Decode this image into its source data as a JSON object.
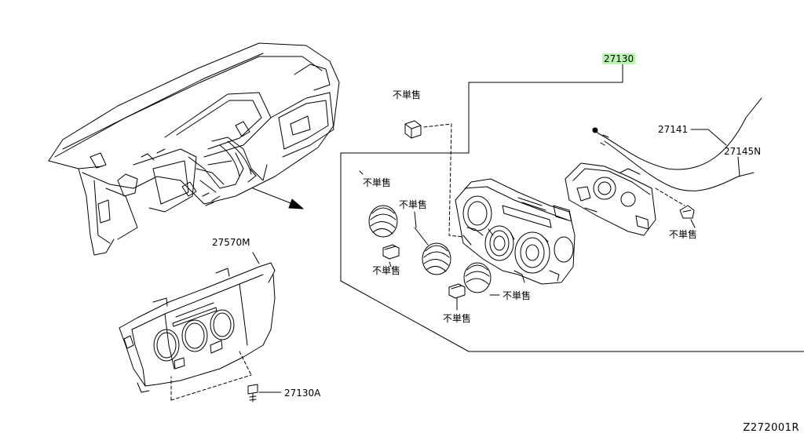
{
  "diagram": {
    "part_labels": {
      "main_unit": "27130",
      "mount_bezel": "27570M",
      "screw": "27130A",
      "cable_a": "27141",
      "cable_b": "27145N"
    },
    "not_sold_label": "不単售",
    "figure_code": "Z272001R",
    "highlight_color": "#b9f2b0"
  }
}
